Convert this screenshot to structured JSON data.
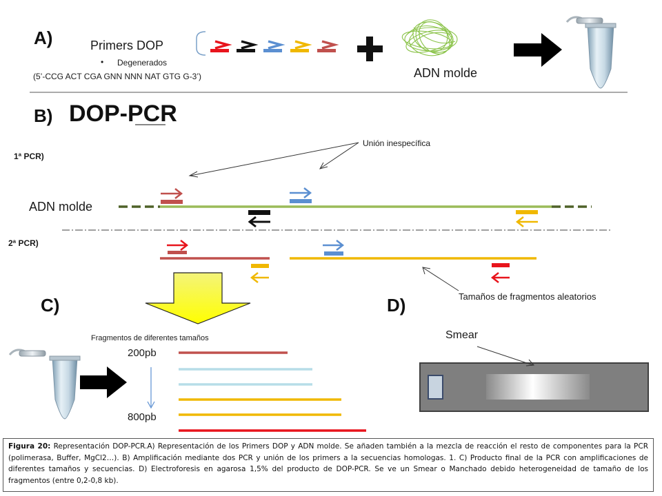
{
  "section_a": {
    "label": "A)",
    "primers_title": "Primers DOP",
    "primers_bullet": "Degenerados",
    "primers_sequence": "(5’-CCG ACT CGA GNN NNN NAT GTG G-3’)",
    "template_label": "ADN molde",
    "primer_colors": [
      "#e8141c",
      "#111111",
      "#5b8fd1",
      "#f0b800",
      "#c0504d"
    ]
  },
  "section_b": {
    "label": "B)",
    "title": "DOP-PCR",
    "round1_label": "1ª PCR)",
    "round2_label": "2ª PCR)",
    "template_label": "ADN molde",
    "nonspecific_label": "Unión inespecífica",
    "random_sizes_label": "Tamaños de fragmentos aleatorios",
    "colors": {
      "template": "#9bbb59",
      "template_dashed": "#4f6228",
      "red": "#c0504d",
      "blue": "#5b8fd1",
      "yellow": "#f0b800",
      "black": "#111111",
      "bright_red": "#e8141c"
    }
  },
  "section_c": {
    "label": "C)",
    "fragments_title": "Fragmentos de  diferentes tamaños",
    "size_top": "200pb",
    "size_bottom": "800pb",
    "fragment_colors": [
      "#c0504d",
      "#b7dde8",
      "#b7dde8",
      "#f0b800",
      "#f0b800",
      "#e8141c"
    ]
  },
  "section_d": {
    "label": "D)",
    "smear_label": "Smear"
  },
  "caption": {
    "prefix": "Figura 20:",
    "text": " Representación  DOP-PCR.A) Representación de  los Primers DOP y ADN molde. Se añaden también a la mezcla de reacción  el resto de componentes para la PCR (polimerasa, Buffer, MgCl2…). B) Amplificación mediante dos PCR y unión de los primers a la secuencias homologas. 1. C) Producto final de la PCR con amplificaciones de diferentes tamaños y  secuencias. D) Electroforesis en agarosa 1,5% del producto de DOP-PCR. Se ve un Smear o Manchado debido heterogeneidad de tamaño de los fragmentos (entre 0,2-0,8 kb)."
  }
}
